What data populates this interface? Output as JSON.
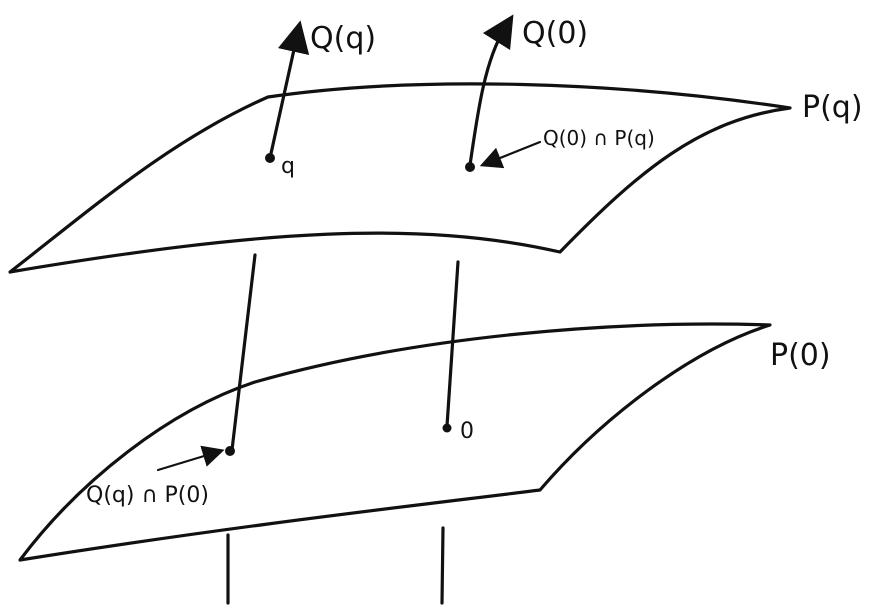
{
  "diagram": {
    "labels": {
      "Q_q": "Q(q)",
      "Q_0": "Q(0)",
      "P_q": "P(q)",
      "P_0": "P(0)",
      "point_q": "q",
      "point_0": "0",
      "intersection_upper": "Q(0) ∩ P(q)",
      "intersection_lower": "Q(q) ∩ P(0)"
    },
    "colors": {
      "ink": "#111111",
      "background": "#ffffff"
    }
  }
}
